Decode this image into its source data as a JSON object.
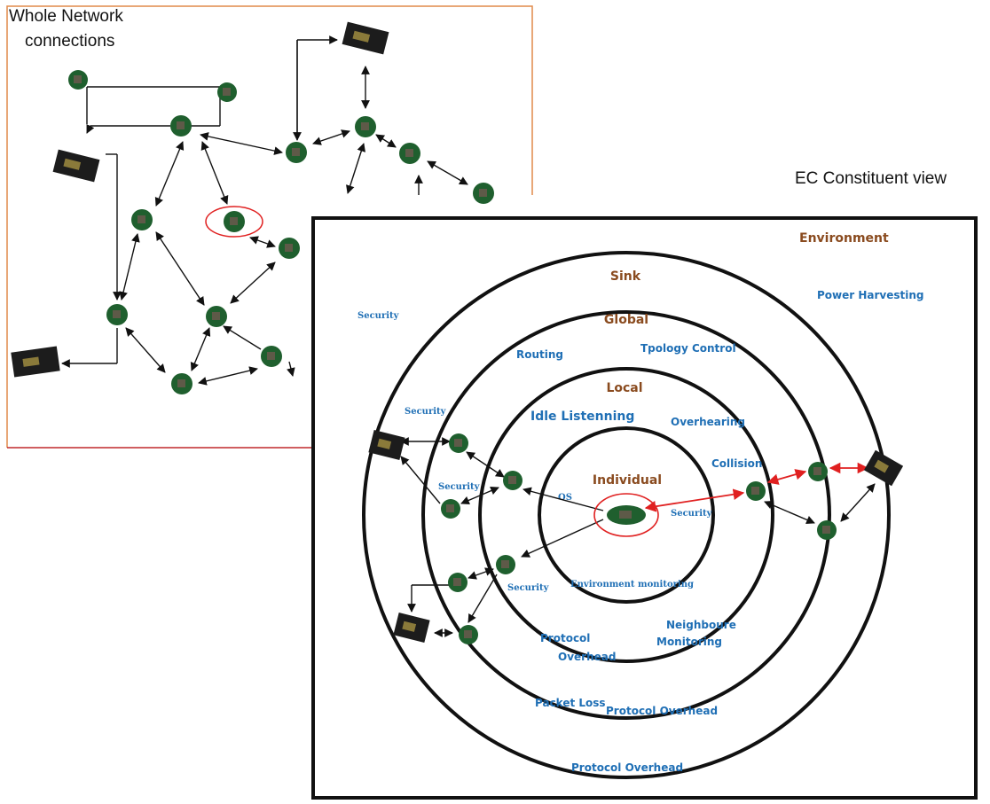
{
  "figure": {
    "left_panel_title_line1": "Whole Network",
    "left_panel_title_line2": "connections",
    "right_panel_title": "EC Constituent view"
  },
  "rings": {
    "environment": "Environment",
    "sink": "Sink",
    "global": "Global",
    "local": "Local",
    "individual": "Individual"
  },
  "labels": {
    "security_outer": "Security",
    "power_harvesting": "Power Harvesting",
    "routing": "Routing",
    "topology_control": "Tpology Control",
    "security_sink": "Security",
    "idle_listening": "Idle Listenning",
    "overhearing": "Overhearing",
    "collision": "Collision",
    "security_global": "Security",
    "os": "OS",
    "security_individual": "Security",
    "security_local": "Security",
    "environment_monitoring": "Environment monitoring",
    "neighbour_monitoring_line1": "Neighboure",
    "neighbour_monitoring_line2": "Monitoring",
    "protocol_overhead_local_line1": "Protocol",
    "protocol_overhead_local_line2": "Overhead",
    "packet_loss": "Packet Loss",
    "protocol_overhead_global": "Protocol Overhead",
    "protocol_overhead_sink": "Protocol Overhead"
  },
  "colors": {
    "ring_label": "#8a4b1f",
    "blue_label": "#1f6fb5",
    "sensor_node": "#1f5f2e",
    "sink_board": "#1c1c1c",
    "highlight": "#e02020",
    "left_border_orange": "#e08a4a",
    "left_border_red": "#c0282c"
  }
}
